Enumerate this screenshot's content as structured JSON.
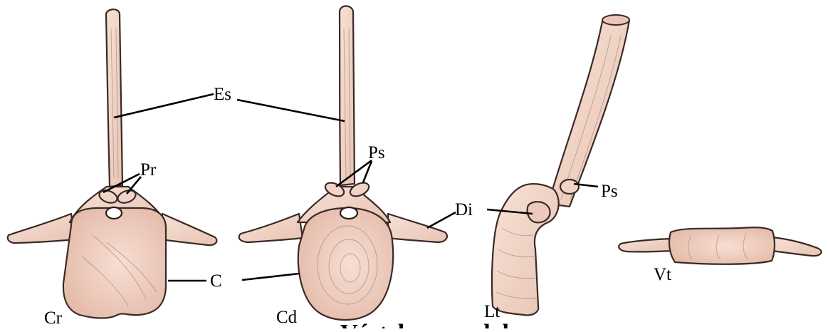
{
  "colors": {
    "bone_fill": "#f3d9cc",
    "bone_fill_dark": "#e6bfb0",
    "bone_outline": "#3a2a26",
    "leader": "#000000",
    "background": "#ffffff"
  },
  "views": {
    "cranial": {
      "label": "Cr"
    },
    "caudal": {
      "label": "Cd"
    },
    "lateral": {
      "label": "Lt"
    },
    "ventral": {
      "label": "Vt"
    }
  },
  "annotations": {
    "spinous_process": "Es",
    "prezygapophysis": "Pr",
    "postzygapophysis_caudal": "Ps",
    "postzygapophysis_lateral": "Ps",
    "diapophysis": "Di",
    "centrum": "C"
  },
  "caption_fragment": "Vértebra caudal"
}
